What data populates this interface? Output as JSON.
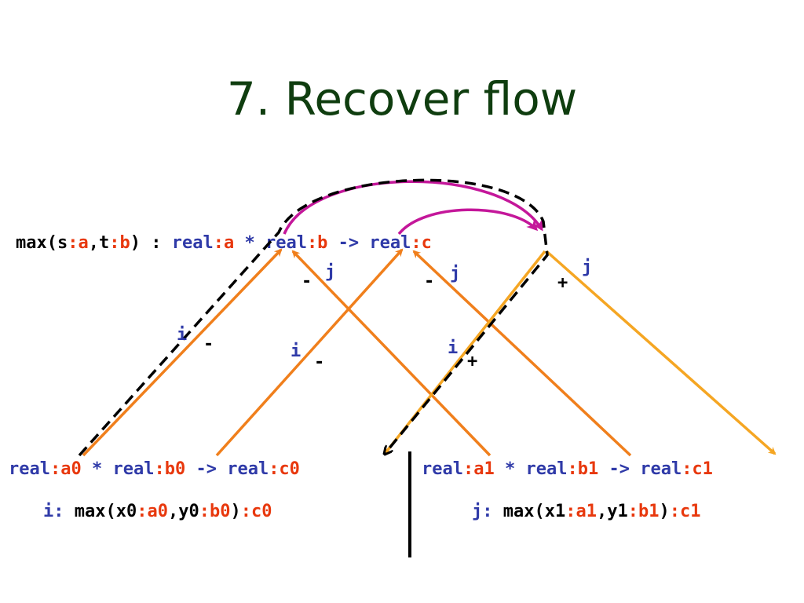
{
  "title": "7. Recover flow",
  "signature": {
    "p1": "max(s",
    "p2": ":a",
    "p3": ",t",
    "p4": ":b",
    "p5": ") : ",
    "p6": "real",
    "p7": ":a",
    "p8": " * ",
    "p9": "real",
    "p10": ":b",
    "p11": " -> ",
    "p12": "real",
    "p13": ":c"
  },
  "left_type": {
    "p1": "real",
    "p2": ":a0",
    "p3": " * ",
    "p4": "real",
    "p5": ":b0",
    "p6": " -> ",
    "p7": "real",
    "p8": ":c0"
  },
  "right_type": {
    "p1": "real",
    "p2": ":a1",
    "p3": " * ",
    "p4": "real",
    "p5": ":b1",
    "p6": " -> ",
    "p7": "real",
    "p8": ":c1"
  },
  "left_call": {
    "p1": "i: ",
    "p2": "max(x0",
    "p3": ":a0",
    "p4": ",y0",
    "p5": ":b0",
    "p6": ")",
    "p7": ":c0"
  },
  "right_call": {
    "p1": "j: ",
    "p2": "max(x1",
    "p3": ":a1",
    "p4": ",y1",
    "p5": ":b1",
    "p6": ")",
    "p7": ":c1"
  },
  "edge_labels": {
    "i1": "i",
    "m1": "-",
    "m2": "-",
    "j1": "j",
    "i2": "i",
    "m3": "-",
    "m4": "-",
    "j2": "j",
    "i3": "i",
    "p1": "+",
    "j3": "j",
    "p2": "+"
  },
  "colors": {
    "orange": "#f07f1c",
    "light_orange": "#f5a623",
    "magenta": "#c4179a",
    "blue": "#2f3aa8",
    "red": "#e8380d",
    "title_green": "#0f3d0f"
  }
}
